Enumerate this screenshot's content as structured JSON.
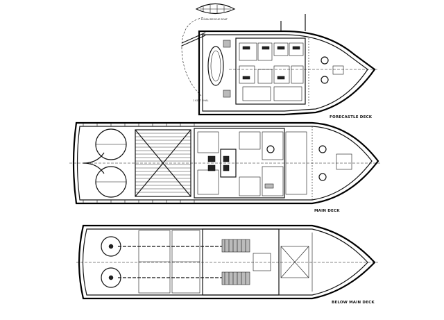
{
  "decks": {
    "forecastle": {
      "label": "FORECASTLE DECK"
    },
    "main": {
      "label": "MAIN DECK"
    },
    "below_main": {
      "label": "BELOW MAIN DECK"
    }
  },
  "notes": {
    "rescue_boat": "6 MAN RESCUE BOAT",
    "raft": "1 KG T 2HAL",
    "raft2": "6 MAN RESCUE BOAT"
  }
}
